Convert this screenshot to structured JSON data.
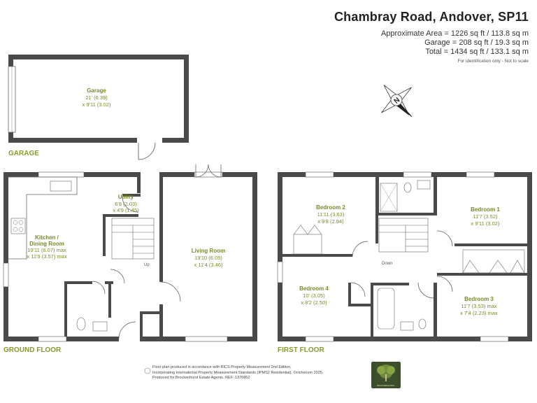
{
  "header": {
    "address": "Chambray Road, Andover, SP11",
    "approx_area": "Approximate Area = 1226 sq ft / 113.8 sq m",
    "garage_area": "Garage = 208 sq ft / 19.3 sq m",
    "total_area": "Total = 1434 sq ft / 133.1 sq m",
    "disclaimer": "For identification only - Not to scale"
  },
  "compass": {
    "letter": "N"
  },
  "garage": {
    "floor_label": "GARAGE",
    "name": "Garage",
    "dim1": "21' (6.39)",
    "dim2": "x 9'11 (3.02)"
  },
  "ground_floor": {
    "floor_label": "GROUND FLOOR",
    "kitchen": {
      "name1": "Kitchen /",
      "name2": "Dining Room",
      "dim1": "19'11 (6.07) max",
      "dim2": "x 11'9 (3.57) max"
    },
    "utility": {
      "name": "Utility",
      "dim1": "6'8 (2.03)",
      "dim2": "x 4'9 (1.45)"
    },
    "living": {
      "name": "Living Room",
      "dim1": "19'10 (6.05)",
      "dim2": "x 11'4 (3.46)"
    },
    "stairs_label": "Up"
  },
  "first_floor": {
    "floor_label": "FIRST FLOOR",
    "bedroom2": {
      "name": "Bedroom 2",
      "dim1": "11'11 (3.63)",
      "dim2": "x 9'8 (2.94)"
    },
    "bedroom1": {
      "name": "Bedroom 1",
      "dim1": "11'7 (3.52)",
      "dim2": "x 9'11 (3.02)"
    },
    "bedroom4": {
      "name": "Bedroom 4",
      "dim1": "10' (3.05)",
      "dim2": "x 8'2 (2.50)"
    },
    "bedroom3": {
      "name": "Bedroom 3",
      "dim1": "11'7 (3.53) max",
      "dim2": "x 7'4 (2.23) max"
    },
    "stairs_label": "Down"
  },
  "footer": {
    "line1": "Floor plan produced in accordance with RICS Property Measurement 2nd Edition,",
    "line2": "Incorporating International Property Measurement Standards (IPMS2 Residential). ©nichecom 2025.",
    "line3": "Produced for Brockenhurst Estate Agents.  REF: 1376852",
    "logo_text": "BROCKENHURST"
  },
  "colors": {
    "wall": "#4a4a4a",
    "label": "#7a8a2a",
    "floor_label": "#8a9a30"
  }
}
